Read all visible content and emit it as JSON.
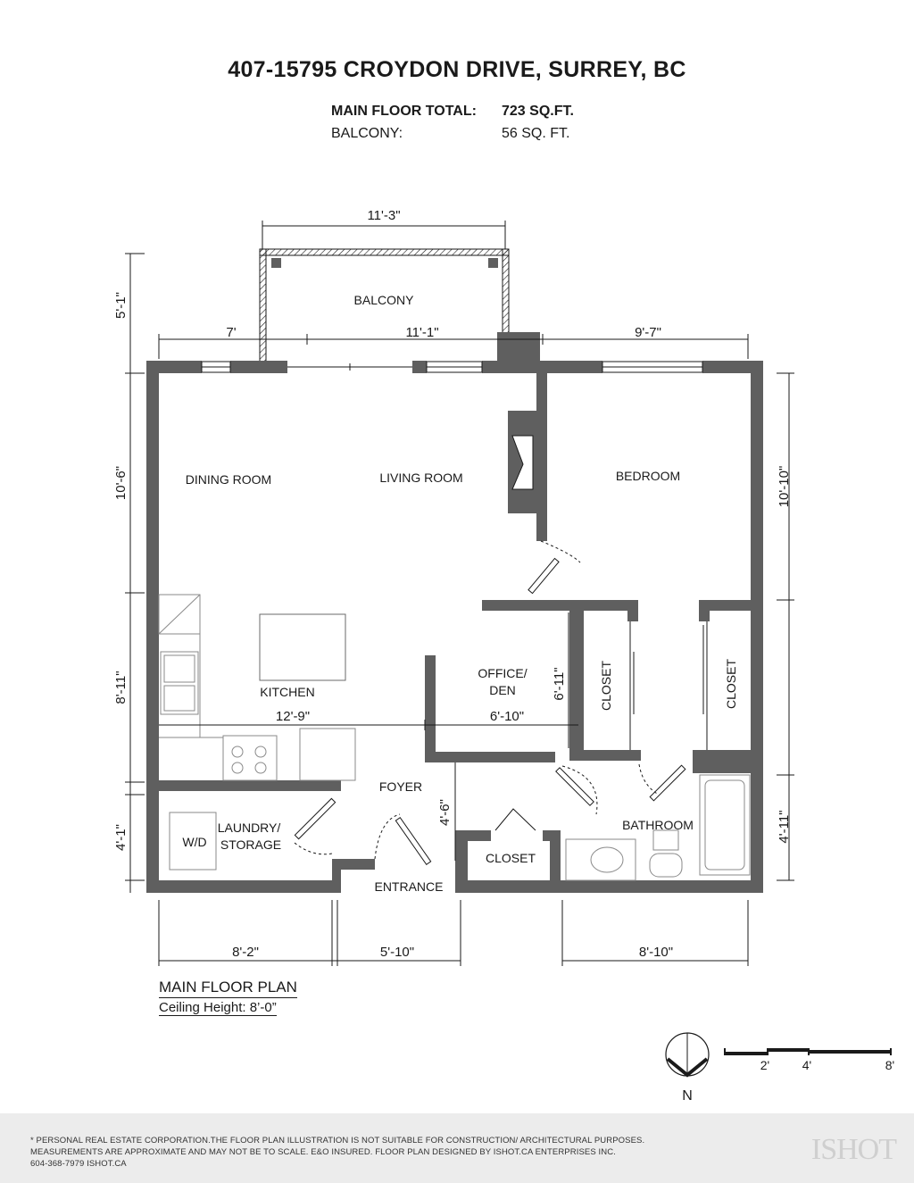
{
  "header": {
    "title": "407-15795 CROYDON DRIVE, SURREY, BC",
    "main_floor_label": "MAIN FLOOR TOTAL:",
    "main_floor_value": "723 SQ.FT.",
    "balcony_label": "BALCONY:",
    "balcony_value": "56 SQ. FT."
  },
  "rooms": {
    "balcony": "BALCONY",
    "dining": "DINING ROOM",
    "living": "LIVING ROOM",
    "bedroom": "BEDROOM",
    "kitchen": "KITCHEN",
    "office_line1": "OFFICE/",
    "office_line2": "DEN",
    "closet_a": "CLOSET",
    "closet_b": "CLOSET",
    "closet_c": "CLOSET",
    "foyer": "FOYER",
    "laundry_line1": "LAUNDRY/",
    "laundry_line2": "STORAGE",
    "wd": "W/D",
    "bathroom": "BATHROOM",
    "entrance": "ENTRANCE"
  },
  "dimensions": {
    "balcony_width": "11'-3\"",
    "balcony_depth": "5'-1\"",
    "top_left": "7'",
    "top_mid": "11'-1\"",
    "top_right": "9'-7\"",
    "left_upper": "10'-6\"",
    "left_mid": "8'-11\"",
    "left_lower": "4'-1\"",
    "right_upper": "10'-10\"",
    "right_lower": "4'-11\"",
    "kitchen_width": "12'-9\"",
    "office_width": "6'-10\"",
    "office_depth": "6'-11\"",
    "foyer_depth": "4'-6\"",
    "bottom_left": "8'-2\"",
    "bottom_mid": "5'-10\"",
    "bottom_right": "8'-10\""
  },
  "caption": {
    "title": "MAIN FLOOR PLAN",
    "ceiling": "Ceiling Height: 8’-0”"
  },
  "compass": {
    "label": "N"
  },
  "scale": {
    "ticks": [
      "2'",
      "4'",
      "8'"
    ]
  },
  "footer": {
    "line1": "* PERSONAL REAL ESTATE CORPORATION.THE FLOOR PLAN ILLUSTRATION IS NOT SUITABLE FOR CONSTRUCTION/ ARCHITECTURAL PURPOSES.",
    "line2": "MEASUREMENTS ARE APPROXIMATE AND MAY NOT BE TO SCALE. E&O INSURED. FLOOR PLAN DESIGNED BY ISHOT.CA ENTERPRISES INC.",
    "line3": "604-368-7979  ISHOT.CA",
    "logo": "ISHOT"
  },
  "colors": {
    "wall": "#5f5f5f",
    "line": "#1a1a1a",
    "fixture": "#9a9a9a",
    "footer_bg": "#ececec"
  }
}
